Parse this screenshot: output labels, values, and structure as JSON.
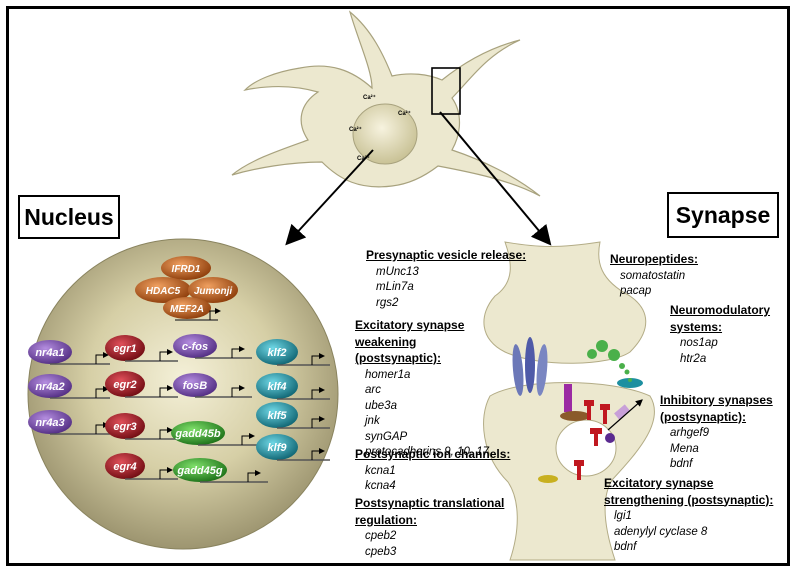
{
  "labels": {
    "nucleus": "Nucleus",
    "synapse": "Synapse"
  },
  "calcium_label": "Ca²⁺",
  "nucleus_complex": [
    "IFRD1",
    "HDAC5",
    "Jumonji",
    "MEF2A"
  ],
  "genes": {
    "purple": [
      "nr4a1",
      "nr4a2",
      "nr4a3",
      "c-fos",
      "fosB"
    ],
    "red": [
      "egr1",
      "egr2",
      "egr3",
      "egr4"
    ],
    "green": [
      "gadd45b",
      "gadd45g"
    ],
    "teal": [
      "klf2",
      "klf4",
      "klf5",
      "klf9"
    ]
  },
  "categories": [
    {
      "title": "Presynaptic vesicle release:",
      "items": [
        "mUnc13",
        "mLin7a",
        "rgs2"
      ]
    },
    {
      "title": "Excitatory synapse weakening (postsynaptic):",
      "items": [
        "homer1a",
        "arc",
        "ube3a",
        "jnk",
        "synGAP",
        "protocadherins 9, 10, 17"
      ]
    },
    {
      "title": "Postsynaptic ion channels:",
      "items": [
        "kcna1",
        "kcna4"
      ]
    },
    {
      "title": "Postsynaptic translational regulation:",
      "items": [
        "cpeb2",
        "cpeb3"
      ]
    },
    {
      "title": "Neuropeptides:",
      "items": [
        "somatostatin",
        "pacap"
      ]
    },
    {
      "title": "Neuromodulatory systems:",
      "items": [
        "nos1ap",
        "htr2a"
      ]
    },
    {
      "title": "Inhibitory synapses (postsynaptic):",
      "items": [
        "arhgef9",
        "Mena",
        "bdnf"
      ]
    },
    {
      "title": "Excitatory synapse strengthening (postsynaptic):",
      "items": [
        "lgi1",
        "adenylyl cyclase 8",
        "bdnf"
      ]
    }
  ],
  "colors": {
    "purple": "#7a4aa8",
    "red": "#a3101a",
    "green": "#2f9a2a",
    "teal": "#1d8fa0",
    "orange": "#c8621a",
    "cell": "#ece8cf",
    "nucleus": "#b9b28a"
  }
}
